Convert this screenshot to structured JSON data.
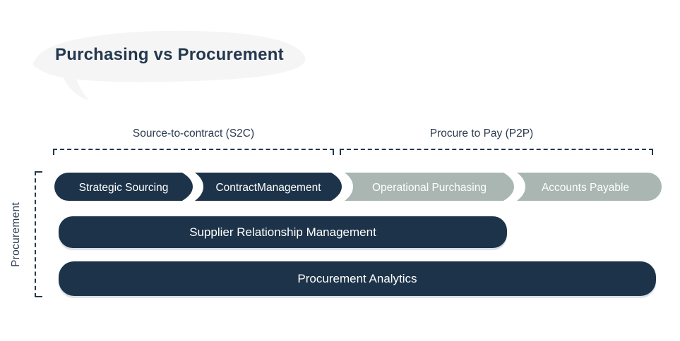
{
  "title": "Purchasing vs Procurement",
  "colors": {
    "navy": "#1d3349",
    "sage": "#a9b6b1",
    "bubble": "#f5f5f5",
    "heading": "#24384e",
    "dash": "#223850",
    "label_on_fill": "#ffffff"
  },
  "phase_labels": [
    {
      "label": "Source-to-contract (S2C)"
    },
    {
      "label": "Procure to Pay (P2P)"
    }
  ],
  "side_label": "Procurement",
  "process_segments": [
    {
      "label": "Strategic Sourcing",
      "fill": "#1d3349"
    },
    {
      "label": "ContractManagement",
      "fill": "#1d3349"
    },
    {
      "label": "Operational Purchasing",
      "fill": "#a9b6b1"
    },
    {
      "label": "Accounts Payable",
      "fill": "#a9b6b1"
    }
  ],
  "bars": [
    {
      "label": "Supplier Relationship Management",
      "fill": "#1d3349"
    },
    {
      "label": "Procurement Analytics",
      "fill": "#1d3349"
    }
  ]
}
